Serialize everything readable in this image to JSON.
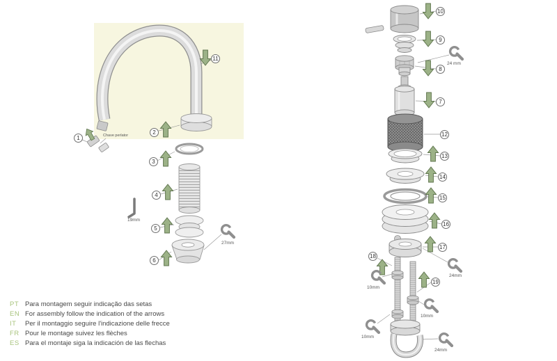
{
  "page": {
    "type": "faucet-assembly-instruction-diagram",
    "background_color": "#ffffff",
    "panel_color": "#f7f6e0",
    "arrow_fill_color": "#9cb287",
    "arrow_outline_color": "#60764f",
    "line_art_color": "#8a8a8a",
    "language_code_color": "#a9c47e"
  },
  "callouts": {
    "c1": "1",
    "c2": "2",
    "c3": "3",
    "c4": "4",
    "c5": "5",
    "c6": "6",
    "c7": "7",
    "c8": "8",
    "c9": "9",
    "c10": "10",
    "c11": "11",
    "c12": "12",
    "c13": "13",
    "c14": "14",
    "c15": "15",
    "c16": "16",
    "c17": "17",
    "c18": "18",
    "c19": "19"
  },
  "tool_labels": {
    "aerator_key": "Chave perlator",
    "allen_key": "19mm",
    "wrench_base": "27mm",
    "wrench_top_right": "24 mm",
    "wrench_mid_right": "24mm",
    "wrench_rod_left": "10mm",
    "wrench_rod_mid": "10mm",
    "wrench_rod_lower": "10mm",
    "wrench_bottom_right": "24mm"
  },
  "instructions": {
    "rows": [
      {
        "code": "PT",
        "text": "Para montagem seguir indicação das setas"
      },
      {
        "code": "EN",
        "text": "For assembly follow the indication of the arrows"
      },
      {
        "code": "IT",
        "text": "Per il montaggio seguire l'indicazione delle frecce"
      },
      {
        "code": "FR",
        "text": "Pour le montage suivez les flèches"
      },
      {
        "code": "ES",
        "text": "Para el montaje siga la indicación de las flechas"
      }
    ]
  }
}
